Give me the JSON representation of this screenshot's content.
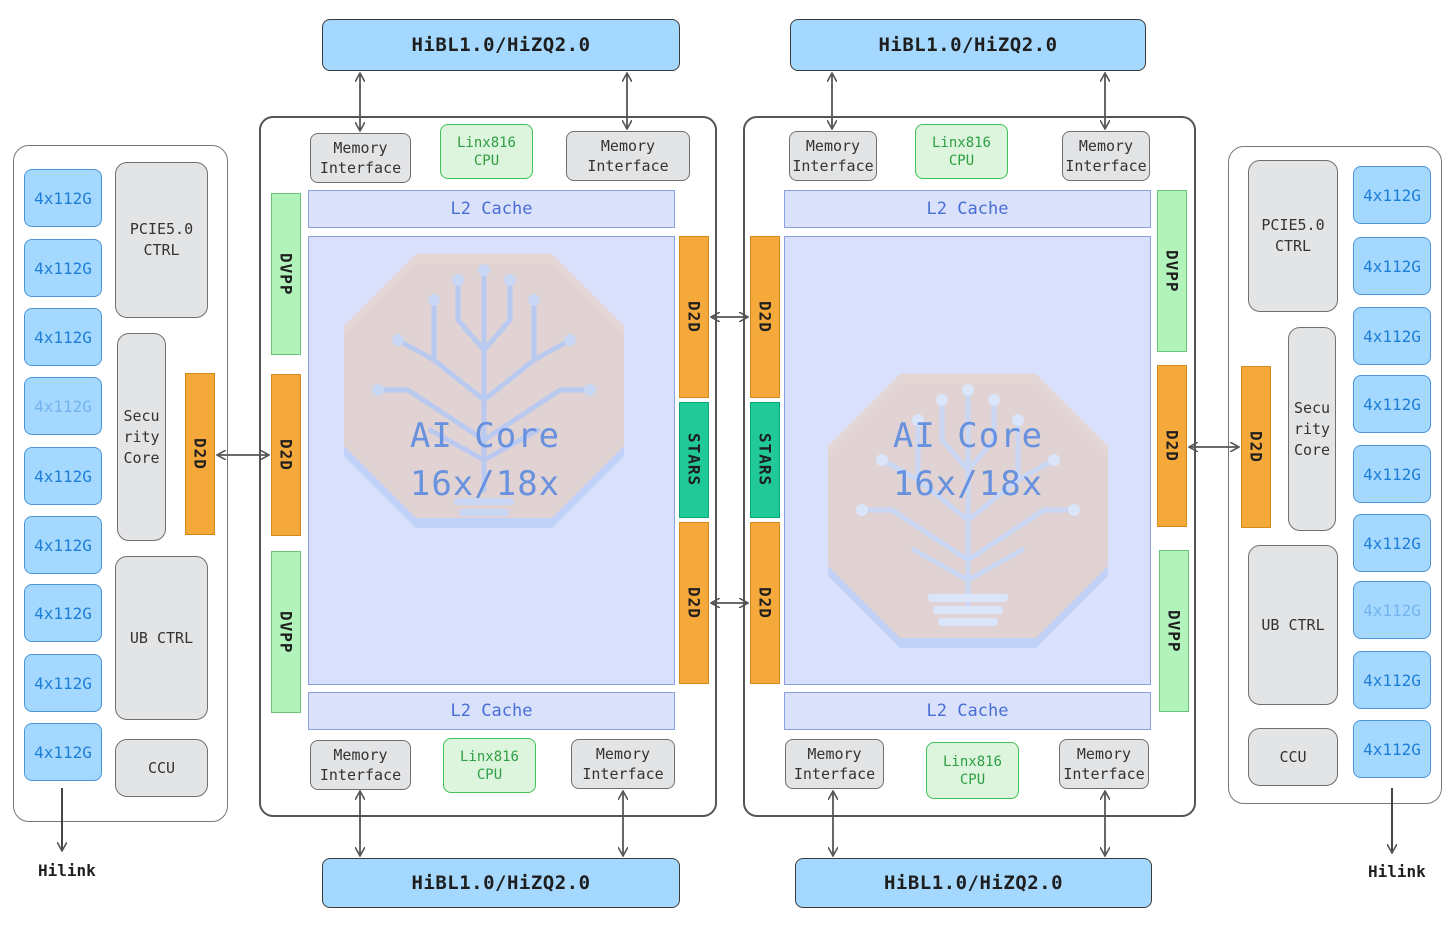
{
  "hibl": {
    "tl": "HiBL1.0/HiZQ2.0",
    "tr": "HiBL1.0/HiZQ2.0",
    "bl": "HiBL1.0/HiZQ2.0",
    "br": "HiBL1.0/HiZQ2.0"
  },
  "left_die": {
    "mem_tl": "Memory\nInterface",
    "cpu_top": "Linx816\nCPU",
    "mem_tr": "Memory\nInterface",
    "l2_top": "L2 Cache",
    "l2_bottom": "L2 Cache",
    "mem_bl": "Memory\nInterface",
    "cpu_bottom": "Linx816\nCPU",
    "mem_br": "Memory\nInterface",
    "dvpp_top": "DVPP",
    "d2d_left": "D2D",
    "dvpp_bottom": "DVPP",
    "d2d_right_top": "D2D",
    "stars": "STARS",
    "d2d_right_bottom": "D2D",
    "ai_line1": "AI Core",
    "ai_line2": "16x/18x"
  },
  "right_die": {
    "mem_tl": "Memory\nInterface",
    "cpu_top": "Linx816\nCPU",
    "mem_tr": "Memory\nInterface",
    "l2_top": "L2 Cache",
    "l2_bottom": "L2 Cache",
    "mem_bl": "Memory\nInterface",
    "cpu_bottom": "Linx816\nCPU",
    "mem_br": "Memory\nInterface",
    "d2d_left_top": "D2D",
    "stars": "STARS",
    "d2d_left_bottom": "D2D",
    "dvpp_top": "DVPP",
    "d2d_right": "D2D",
    "dvpp_bottom": "DVPP",
    "ai_line1": "AI Core",
    "ai_line2": "16x/18x"
  },
  "left_io": {
    "ports": [
      "4x112G",
      "4x112G",
      "4x112G",
      "4x112G",
      "4x112G",
      "4x112G",
      "4x112G",
      "4x112G",
      "4x112G"
    ],
    "pcie": "PCIE5.0\nCTRL",
    "security": "Secu\nrity\nCore",
    "d2d": "D2D",
    "ub": "UB CTRL",
    "ccu": "CCU",
    "hilink": "Hilink"
  },
  "right_io": {
    "ports": [
      "4x112G",
      "4x112G",
      "4x112G",
      "4x112G",
      "4x112G",
      "4x112G",
      "4x112G",
      "4x112G",
      "4x112G"
    ],
    "pcie": "PCIE5.0\nCTRL",
    "security": "Secu\nrity\nCore",
    "d2d": "D2D",
    "ub": "UB CTRL",
    "ccu": "CCU",
    "hilink": "Hilink"
  },
  "colors": {
    "hibl": "#a5d8ff",
    "dvpp": "#b2f2bb",
    "d2d": "#f5a93b",
    "stars": "#20c997",
    "l2": "#d9e1fb",
    "memory": "#e3e4e6"
  }
}
